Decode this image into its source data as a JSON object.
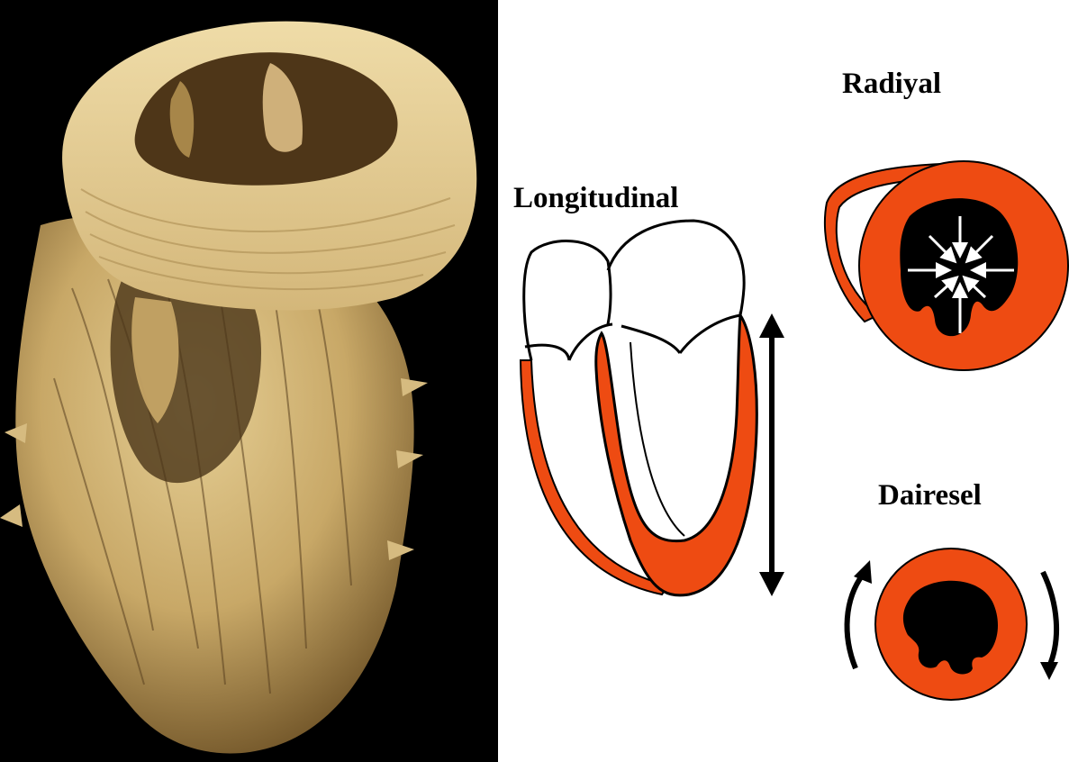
{
  "labels": {
    "longitudinal": "Longitudinal",
    "radial": "Radiyal",
    "circumferential": "Dairesel"
  },
  "colors": {
    "myocardium": "#ee4b12",
    "outline": "#000000",
    "background": "#ffffff",
    "photo_background": "#000000",
    "specimen_light": "#e9d39a",
    "specimen_dark": "#6b5128"
  },
  "icons": [
    "double-headed-arrow-icon",
    "inward-arrows-icon",
    "rotation-arrows-icon"
  ]
}
